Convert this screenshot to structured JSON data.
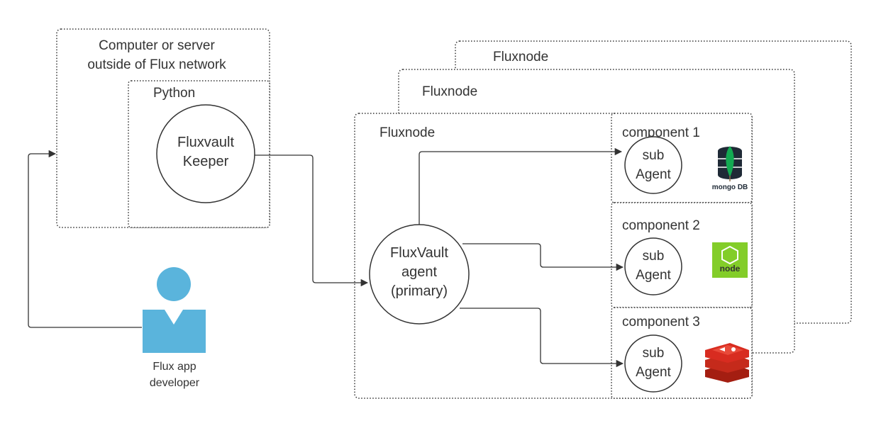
{
  "external": {
    "label_line1": "Computer or server",
    "label_line2": "outside of Flux network"
  },
  "python": {
    "label": "Python"
  },
  "keeper": {
    "line1": "Fluxvault",
    "line2": "Keeper"
  },
  "developer": {
    "line1": "Flux app",
    "line2": "developer"
  },
  "fluxnodes": {
    "back_label": "Fluxnode",
    "middle_label": "Fluxnode",
    "front_label": "Fluxnode"
  },
  "agent": {
    "line1": "FluxVault",
    "line2": "agent",
    "line3": "(primary)"
  },
  "components": [
    {
      "label": "component 1",
      "agent_line1": "sub",
      "agent_line2": "Agent",
      "logo": "mongodb-logo",
      "logo_text": "mongo DB",
      "logo_color": "#13aa52"
    },
    {
      "label": "component 2",
      "agent_line1": "sub",
      "agent_line2": "Agent",
      "logo": "nodejs-logo",
      "logo_text": "node",
      "logo_color": "#83cd29"
    },
    {
      "label": "component 3",
      "agent_line1": "sub",
      "agent_line2": "Agent",
      "logo": "redis-logo",
      "logo_text": "",
      "logo_color": "#d82c20"
    }
  ],
  "colors": {
    "border": "#333333",
    "person": "#5ab4dc"
  }
}
